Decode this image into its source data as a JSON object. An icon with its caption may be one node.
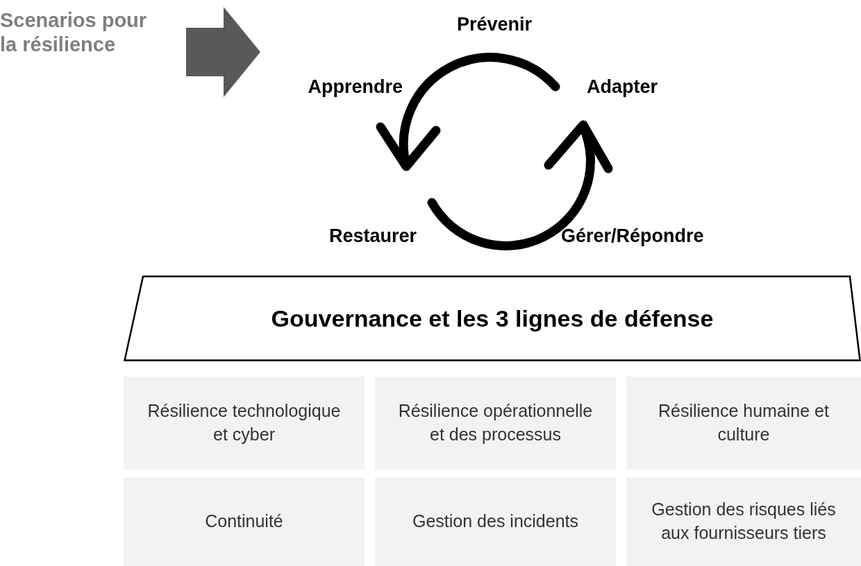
{
  "diagram": {
    "nodes": [
      {
        "text": [
          "Scenarios pour la résilience"
        ]
      },
      {
        "text": [
          "Gouvernance et les 3 lignes de défense"
        ]
      },
      {
        "text": [
          "Résilience technologique et cyber"
        ]
      },
      {
        "text": [
          "Résilience opérationnelle et des processus"
        ]
      },
      {
        "text": [
          "Résilience humaine et culture"
        ]
      },
      {
        "text": [
          "Continuité"
        ]
      },
      {
        "text": [
          "Gestion des incidents"
        ]
      },
      {
        "text": [
          "Gestion des risques liés aux fournisseurs tiers"
        ]
      }
    ],
    "labels": [
      "Prévenir",
      "Apprendre",
      "Adapter",
      "Restaurer",
      "Gérer/Répondre"
    ]
  }
}
